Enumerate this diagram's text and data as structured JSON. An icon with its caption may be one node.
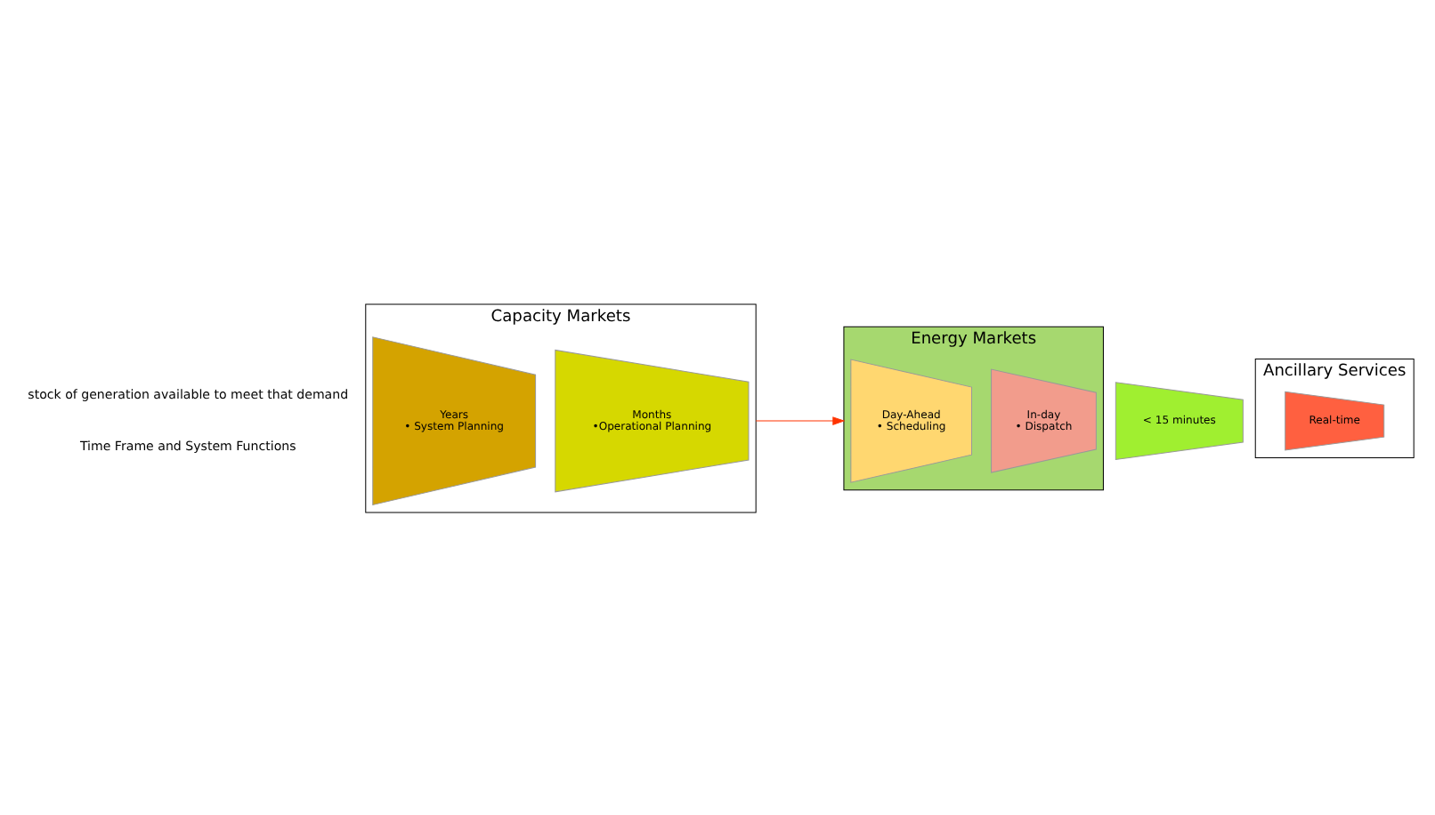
{
  "diagram": {
    "nodes": [
      {
        "text": [
          "Capacity Markets"
        ]
      },
      {
        "text": [
          "Years",
          "• System Planning"
        ],
        "in": 0
      },
      {
        "text": [
          "Months",
          "•Operational Planning"
        ],
        "in": 0
      },
      {
        "text": [
          "Energy Markets"
        ]
      },
      {
        "text": [
          "Day-Ahead",
          "• Scheduling"
        ],
        "in": 3
      },
      {
        "text": [
          "In-day",
          "• Dispatch"
        ],
        "in": 3
      },
      {
        "text": [
          "< 15 minutes"
        ]
      },
      {
        "text": [
          "Ancillary Services"
        ]
      },
      {
        "text": [
          "Real-time"
        ],
        "in": 7
      }
    ],
    "edges": [
      {
        "from": 0,
        "to": 3,
        "arrow": "to",
        "color": "#ff3300"
      }
    ],
    "labels": [
      "stock of generation available to meet that demand",
      "Time Frame and System Functions"
    ]
  }
}
